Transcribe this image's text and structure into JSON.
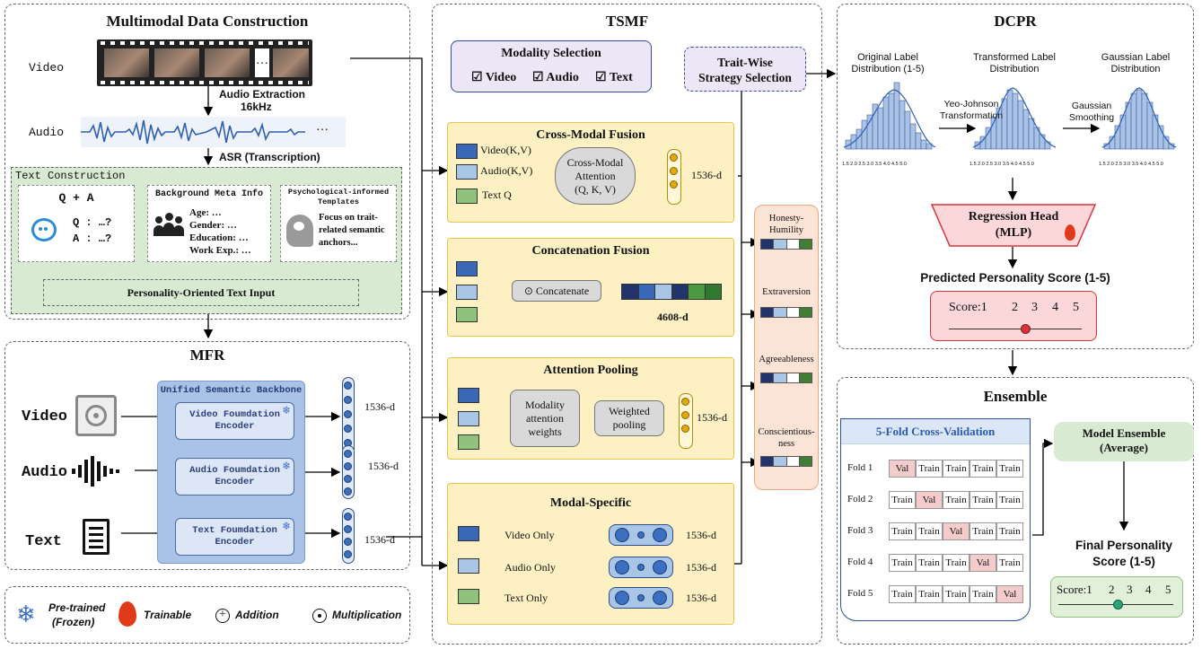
{
  "sections": {
    "mdc": "Multimodal Data Construction",
    "tsmf": "TSMF",
    "dcpr": "DCPR",
    "mfr": "MFR",
    "ensemble": "Ensemble"
  },
  "mdc": {
    "video": "Video",
    "audio": "Audio",
    "audio_extraction": "Audio Extraction",
    "sample_rate": "16kHz",
    "asr": "ASR (Transcription)",
    "text_construction": "Text Construction",
    "qa_title": "Q + A",
    "q_line": "Q : …?",
    "a_line": "A : …?",
    "meta_title": "Background Meta Info",
    "meta_age": "Age: …",
    "meta_gender": "Gender: …",
    "meta_edu": "Education: …",
    "meta_work": "Work Exp.: …",
    "psy_title_1": "Psychological-informed",
    "psy_title_2": "Templates",
    "psy_body_1": "Focus on trait-",
    "psy_body_2": "related semantic",
    "psy_body_3": "anchors...",
    "text_input": "Personality-Oriented Text Input",
    "ellipsis": "…",
    "audio_ellipsis": "…"
  },
  "mfr": {
    "backbone": "Unified Semantic Backbone",
    "video": "Video",
    "audio": "Audio",
    "text": "Text",
    "video_enc_1": "Video Foumdation",
    "video_enc_2": "Encoder",
    "audio_enc_1": "Audio Foumdation",
    "audio_enc_2": "Encoder",
    "text_enc_1": "Text Foumdation",
    "text_enc_2": "Encoder",
    "dim": "1536-d"
  },
  "legend": {
    "pretrained_1": "Pre-trained",
    "pretrained_2": "(Frozen)",
    "trainable": "Trainable",
    "addition": "Addition",
    "multiplication": "Multiplication"
  },
  "tsmf": {
    "modality_selection": "Modality Selection",
    "opt_video": "Video",
    "opt_audio": "Audio",
    "opt_text": "Text",
    "trait_1": "Trait-Wise",
    "trait_2": "Strategy Selection",
    "cross_title": "Cross-Modal Fusion",
    "cm_video": "Video(K,V)",
    "cm_audio": "Audio(K,V)",
    "cm_text": "Text  Q",
    "cm_attn_1": "Cross-Modal",
    "cm_attn_2": "Attention",
    "cm_attn_3": "(Q, K, V)",
    "cm_dim": "1536-d",
    "concat_title": "Concatenation Fusion",
    "concat_op": "Concatenate",
    "concat_dim": "4608-d",
    "attn_title": "Attention Pooling",
    "ap_w_1": "Modality",
    "ap_w_2": "attention",
    "ap_w_3": "weights",
    "ap_p_1": "Weighted",
    "ap_p_2": "pooling",
    "ap_dim": "1536-d",
    "ms_title": "Modal-Specific",
    "ms_video": "Video Only",
    "ms_audio": "Audio Only",
    "ms_text": "Text Only",
    "ms_dim": "1536-d",
    "traits": [
      "Honesty-",
      "Humility",
      "Extraversion",
      "Agreeableness",
      "Conscientious-",
      "ness"
    ]
  },
  "dcpr": {
    "orig_1": "Original Label",
    "orig_2": "Distribution (1-5)",
    "trans_1": "Transformed Label",
    "trans_2": "Distribution",
    "gauss_1": "Gaussian Label",
    "gauss_2": "Distribution",
    "yj_1": "Yeo-Johnson",
    "yj_2": "Transformation",
    "gs_1": "Gaussian",
    "gs_2": "Smoothing",
    "axis_ticks": "1.5  2.0  2.5  3.0  3.5  4.0  4.5  5.0",
    "head_1": "Regression Head",
    "head_2": "(MLP)",
    "predicted": "Predicted Personality Score  (1-5)",
    "score_label": "Score:1",
    "ticks": [
      "2",
      "3",
      "4",
      "5"
    ],
    "predicted_score": 3.3
  },
  "ensemble": {
    "cv_title": "5-Fold Cross-Validation",
    "folds": [
      {
        "name": "Fold 1",
        "cells": [
          "Val",
          "Train",
          "Train",
          "Train",
          "Train"
        ]
      },
      {
        "name": "Fold 2",
        "cells": [
          "Train",
          "Val",
          "Train",
          "Train",
          "Train"
        ]
      },
      {
        "name": "Fold 3",
        "cells": [
          "Train",
          "Train",
          "Val",
          "Train",
          "Train"
        ]
      },
      {
        "name": "Fold 4",
        "cells": [
          "Train",
          "Train",
          "Train",
          "Val",
          "Train"
        ]
      },
      {
        "name": "Fold 5",
        "cells": [
          "Train",
          "Train",
          "Train",
          "Train",
          "Val"
        ]
      }
    ],
    "model_ens_1": "Model Ensemble",
    "model_ens_2": "(Average)",
    "final_1": "Final Personality",
    "final_2": "Score  (1-5)",
    "score_label": "Score:1",
    "ticks": [
      "2",
      "3",
      "4",
      "5"
    ],
    "final_score": 3.0
  },
  "colors": {
    "dark_blue": "#3a68b8",
    "light_blue": "#a9c6e6",
    "green": "#8fc27a",
    "panel_yellow": "#fdf1c4",
    "regression_red": "#fbd7d9",
    "text_construction_green": "#d9ead3"
  }
}
